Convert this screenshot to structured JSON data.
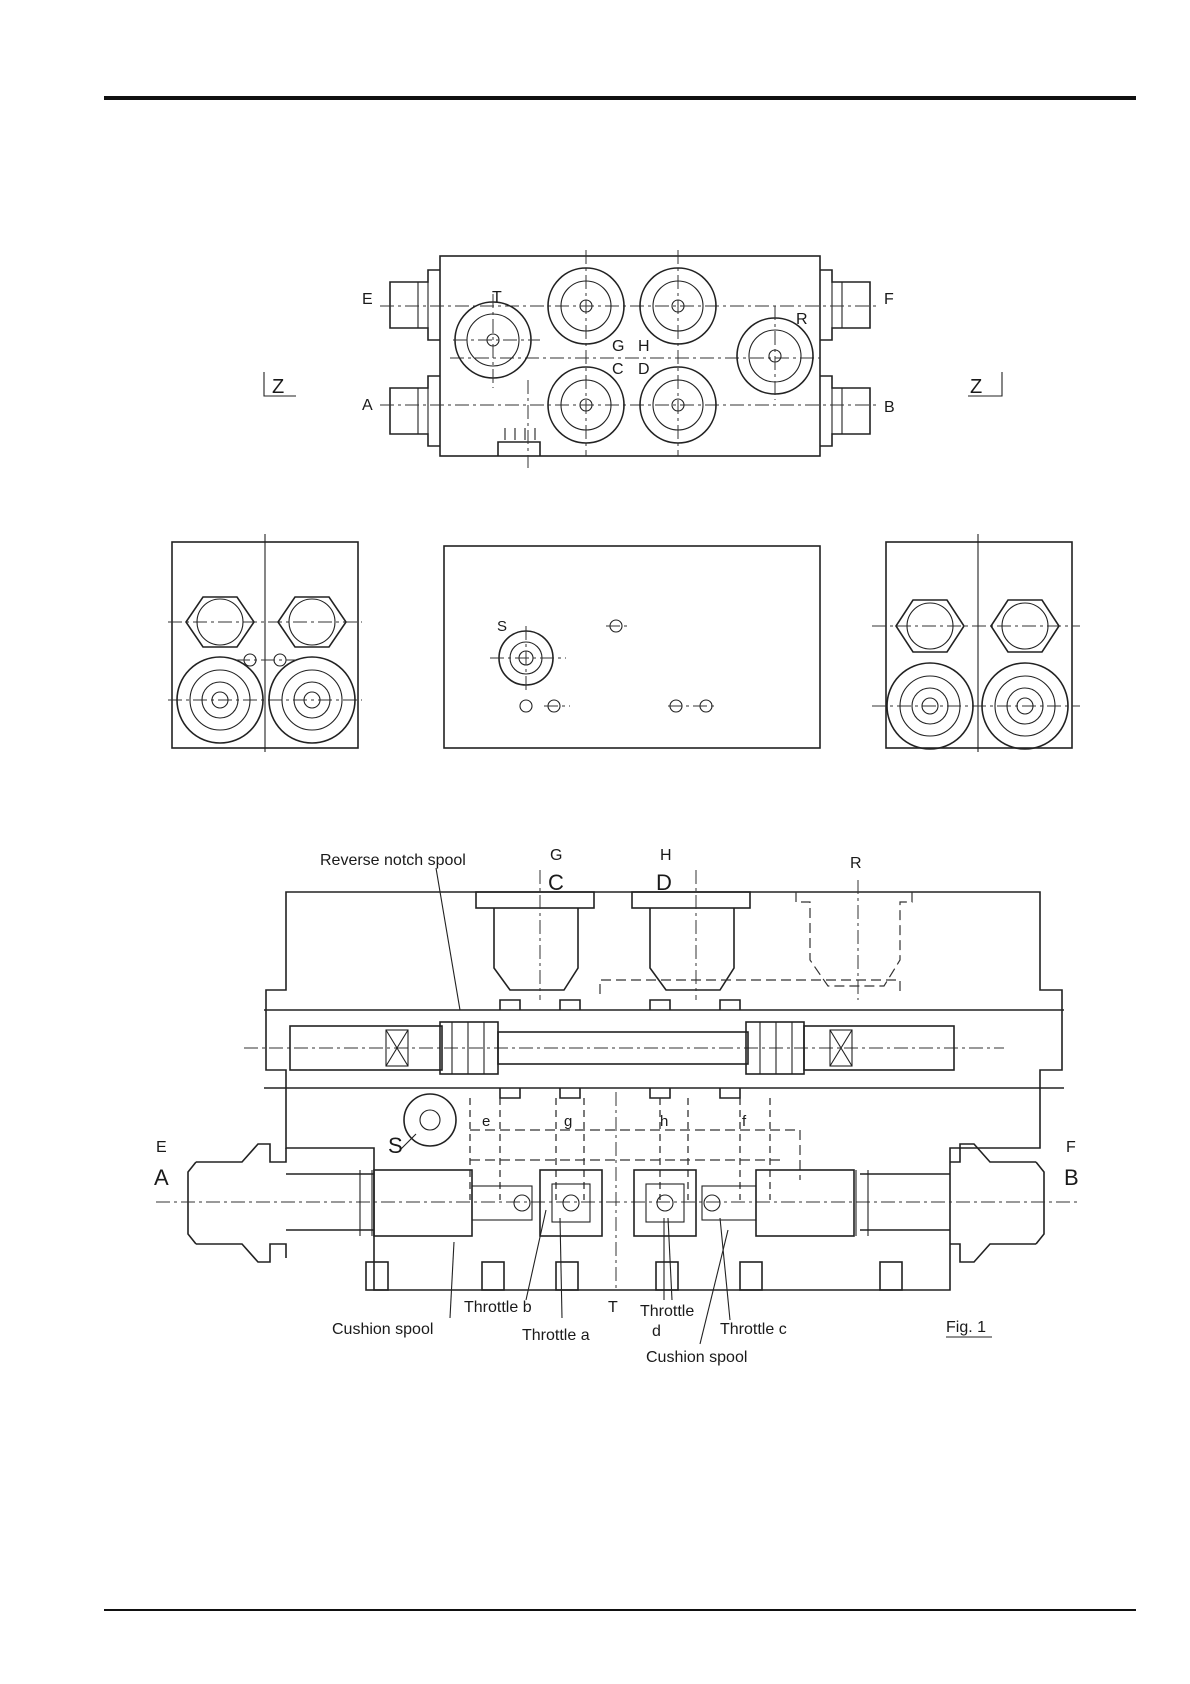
{
  "top_view": {
    "ports": {
      "E": "E",
      "F": "F",
      "T": "T",
      "R": "R",
      "G": "G",
      "H": "H",
      "C": "C",
      "D": "D",
      "A": "A",
      "B": "B"
    },
    "z_left": "Z",
    "z_right": "Z"
  },
  "middle_views": {
    "S": "S"
  },
  "section_view": {
    "reverse_notch_spool": "Reverse notch spool",
    "port_G": "G",
    "port_H": "H",
    "port_C": "C",
    "port_D": "D",
    "port_R": "R",
    "port_E": "E",
    "port_A": "A",
    "port_F": "F",
    "port_B": "B",
    "port_S": "S",
    "port_T": "T",
    "gallery_e": "e",
    "gallery_g": "g",
    "gallery_h": "h",
    "gallery_f": "f",
    "cushion_spool_left": "Cushion spool",
    "throttle_b": "Throttle b",
    "throttle_a": "Throttle a",
    "throttle_d_line1": "Throttle",
    "throttle_d_line2": "d",
    "throttle_c": "Throttle c",
    "cushion_spool_right": "Cushion spool",
    "fig_label": "Fig. 1"
  }
}
